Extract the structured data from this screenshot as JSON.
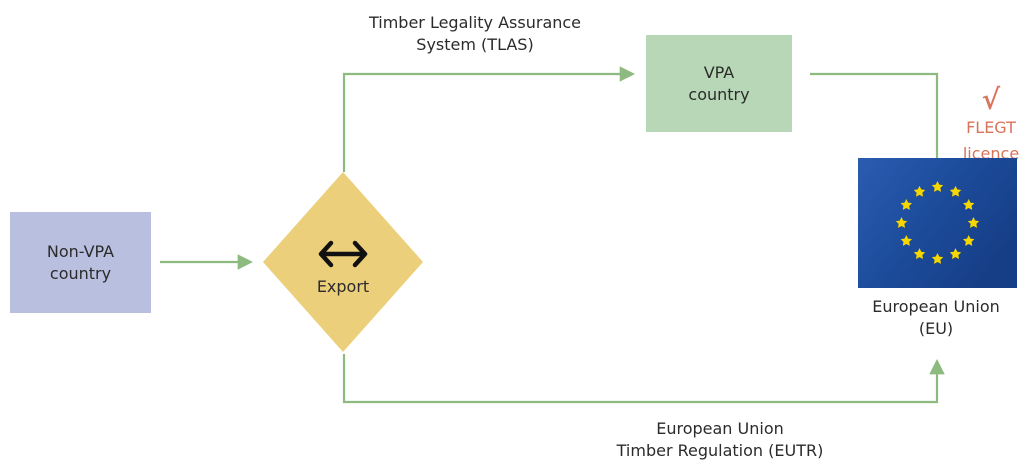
{
  "colors": {
    "arrow": "#8cba7f",
    "non_vpa_box": "#b9bfdf",
    "vpa_box": "#b7d7b6",
    "export_diamond": "#eccf7a",
    "eu_flag_blue": "#1f4fa0",
    "eu_star": "#f6d700",
    "flegt_accent": "#d9735a"
  },
  "nodes": {
    "non_vpa": {
      "label": "Non-VPA\ncountry"
    },
    "vpa": {
      "label": "VPA\ncountry"
    },
    "export": {
      "label": "Export",
      "icon": "double-arrow-icon"
    },
    "eu": {
      "label": "European Union\n(EU)",
      "icon": "eu-flag"
    }
  },
  "edges": {
    "tlas": {
      "label": "Timber Legality Assurance\nSystem (TLAS)"
    },
    "eutr": {
      "label": "European Union\nTimber Regulation (EUTR)"
    }
  },
  "flegt": {
    "mark": "√",
    "label": "FLEGT\nlicence",
    "icon": "check-icon"
  }
}
